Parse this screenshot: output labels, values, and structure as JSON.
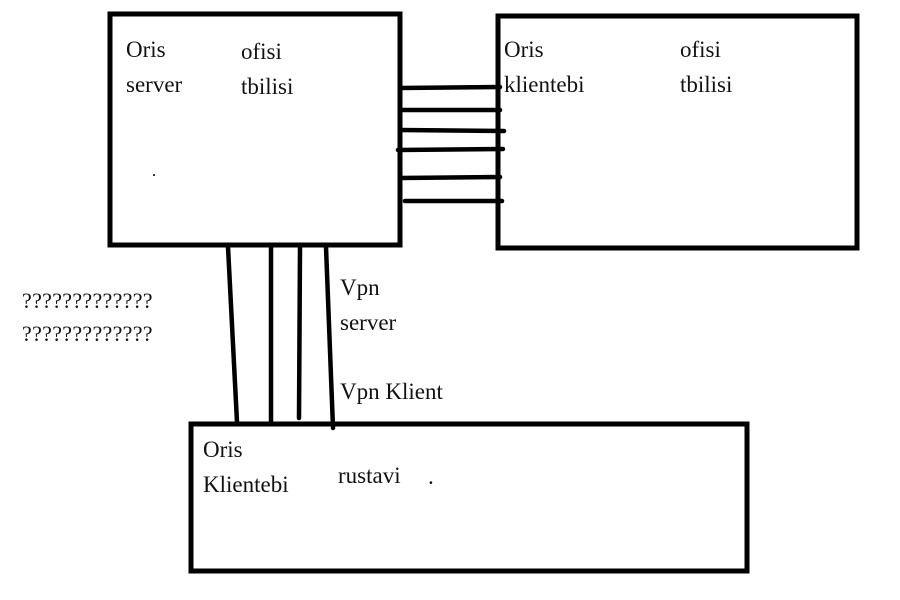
{
  "diagram": {
    "nodes": [
      {
        "id": "server_tbilisi",
        "label_line1": "Oris",
        "label_line2": "server",
        "location_line1": "ofisi",
        "location_line2": "tbilisi"
      },
      {
        "id": "clients_tbilisi",
        "label_line1": "Oris",
        "label_line2": "klientebi",
        "location_line1": "ofisi",
        "location_line2": "tbilisi"
      },
      {
        "id": "clients_rustavi",
        "label_line1": "Oris",
        "label_line2": "Klientebi",
        "location": "rustavi",
        "trailing_mark": "."
      }
    ],
    "edges": [
      {
        "from": "server_tbilisi",
        "to": "clients_tbilisi",
        "line_count": 6
      },
      {
        "from": "server_tbilisi",
        "to": "clients_rustavi",
        "line_count": 4
      }
    ],
    "annotations": {
      "vpn_server_line1": "Vpn",
      "vpn_server_line2": "server",
      "vpn_client": "Vpn Klient",
      "question_line1": "?????????????",
      "question_line2": "?????????????",
      "stray_dot": "."
    },
    "colors": {
      "stroke": "#000000",
      "background": "#ffffff",
      "text": "#111111"
    }
  }
}
